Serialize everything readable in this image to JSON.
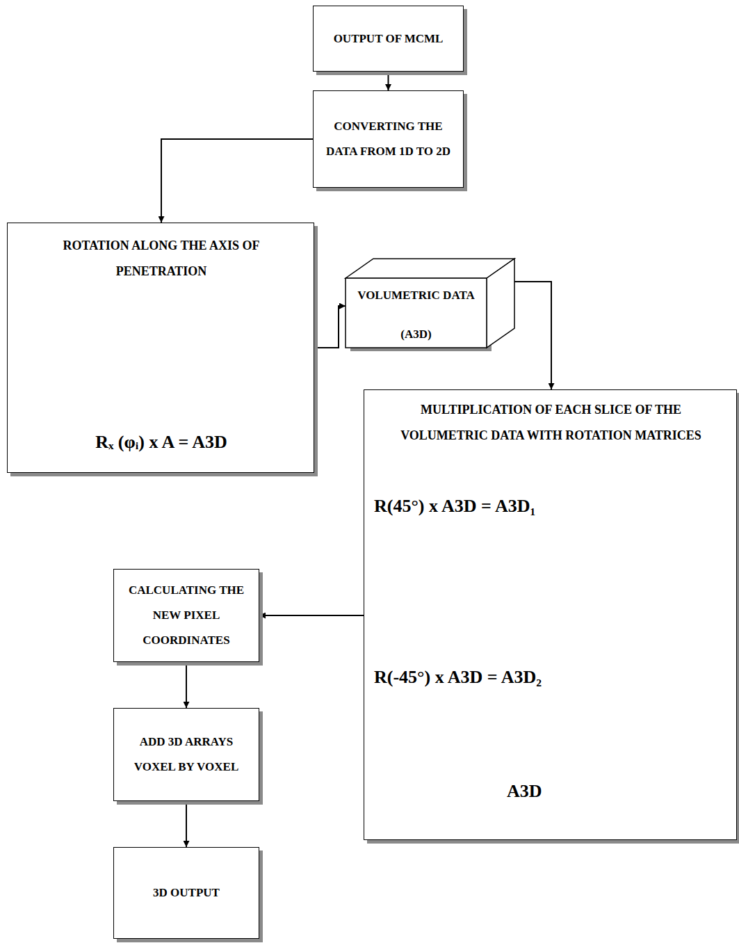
{
  "diagram": {
    "nodes": [
      {
        "text": [
          "OUTPUT OF MCML"
        ]
      },
      {
        "text": [
          "CONVERTING THE DATA FROM 1D TO 2D"
        ]
      },
      {
        "text": [
          "ROTATION ALONG THE AXIS OF PENETRATION",
          "Rₓ (φᵢ) x A = A3D"
        ]
      },
      {
        "text": [
          "VOLUMETRIC DATA",
          "(A3D)"
        ]
      },
      {
        "text": [
          "MULTIPLICATION OF EACH SLICE OF THE VOLUMETRIC DATA WITH ROTATION MATRICES",
          "R(45°) x A3D = A3D₁",
          "R(-45°) x A3D = A3D₂",
          "A3D"
        ]
      },
      {
        "text": [
          "CALCULATING THE NEW PIXEL COORDINATES"
        ]
      },
      {
        "text": [
          "ADD 3D ARRAYS VOXEL BY VOXEL"
        ]
      },
      {
        "text": [
          "3D OUTPUT"
        ]
      }
    ],
    "edges": [
      {
        "from": 0,
        "to": 1,
        "arrow": "to"
      },
      {
        "from": 1,
        "to": 2,
        "arrow": "to"
      },
      {
        "from": 2,
        "to": 3,
        "arrow": "to"
      },
      {
        "from": 3,
        "to": 4,
        "arrow": "to"
      },
      {
        "from": 4,
        "to": 5,
        "arrow": "to"
      },
      {
        "from": 5,
        "to": 6,
        "arrow": "to"
      },
      {
        "from": 6,
        "to": 7,
        "arrow": "to"
      }
    ]
  }
}
